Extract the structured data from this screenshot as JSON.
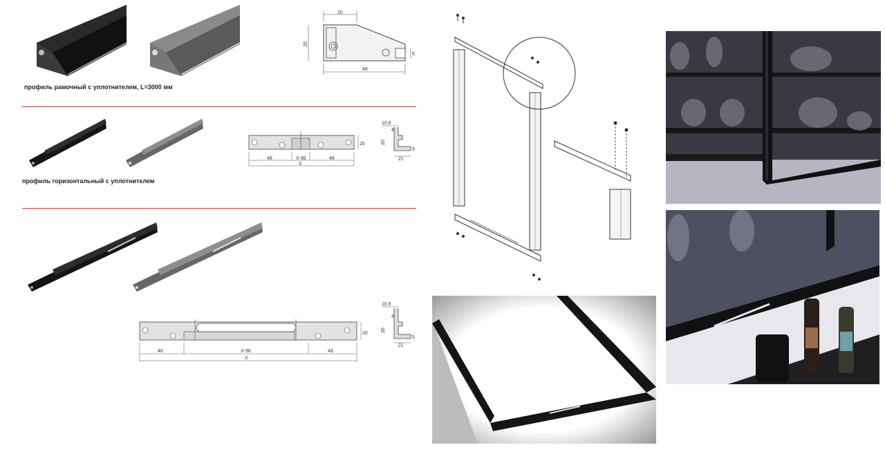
{
  "captions": {
    "frame_profile": "профиль рамочный с уплотнителем, L=3000 мм",
    "horizontal_profile": "профиль горизонтальный с уплотнителем"
  },
  "drawing1": {
    "top": "20",
    "side": "20",
    "bottom": "48",
    "right": "5"
  },
  "drawing2": {
    "left": "48",
    "mid": "X-96",
    "right": "48",
    "total": "X",
    "height": "20"
  },
  "section1": {
    "top": "10,6",
    "small": "4",
    "height": "20",
    "width": "21",
    "tip": "5"
  },
  "drawing3": {
    "left": "48",
    "mid": "X-96",
    "right": "48",
    "total": "X",
    "height": "20"
  },
  "section2": {
    "top": "10,6",
    "small": "4",
    "height": "20",
    "width": "21",
    "tip": "5"
  },
  "colors": {
    "divider": "#c83a3a",
    "black_profile": "#1a1a1a",
    "grey_profile": "#6e6e6e"
  }
}
